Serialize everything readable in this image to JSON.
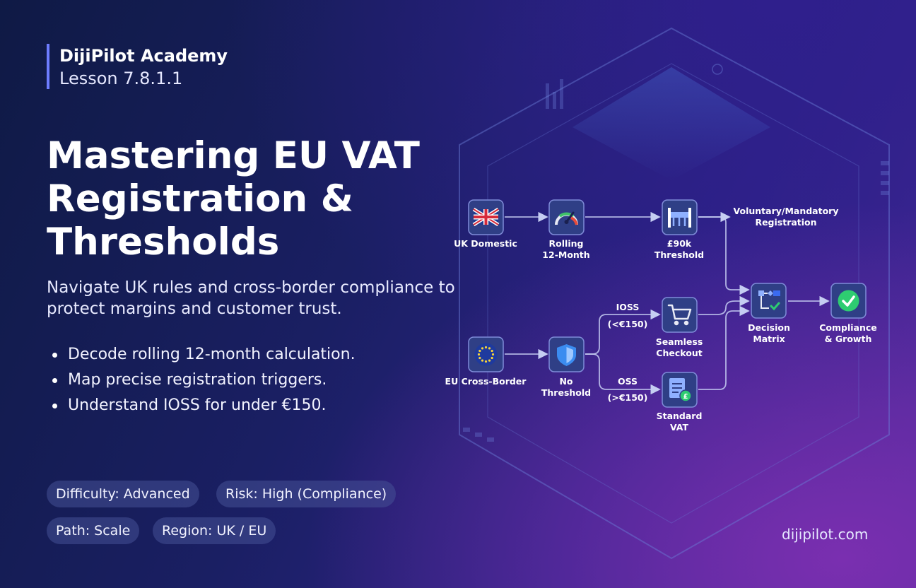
{
  "brand": {
    "name": "DijiPilot Academy",
    "lesson": "Lesson 7.8.1.1"
  },
  "title": "Mastering EU VAT Registration & Thresholds",
  "subtitle": "Navigate UK rules and cross-border compliance to protect margins and customer trust.",
  "bullets": [
    "Decode rolling 12-month calculation.",
    "Map precise registration triggers.",
    "Understand IOSS for under €150."
  ],
  "tags": [
    "Difficulty: Advanced",
    "Risk: High (Compliance)",
    "Path: Scale",
    "Region: UK / EU"
  ],
  "website": "dijipilot.com",
  "diagram": {
    "nodes": {
      "uk_domestic": {
        "label": [
          "UK Domestic"
        ],
        "icon": "uk-flag-icon"
      },
      "rolling": {
        "label": [
          "Rolling",
          "12-Month"
        ],
        "icon": "gauge-icon"
      },
      "threshold_90k": {
        "label": [
          "£90k",
          "Threshold"
        ],
        "icon": "threshold-barrier-icon"
      },
      "voluntary": {
        "label": [
          "Voluntary/Mandatory",
          "Registration"
        ]
      },
      "eu_cross_border": {
        "label": [
          "EU Cross-Border"
        ],
        "icon": "eu-flag-icon"
      },
      "no_threshold": {
        "label": [
          "No",
          "Threshold"
        ],
        "icon": "shield-icon"
      },
      "seamless_checkout": {
        "label": [
          "Seamless",
          "Checkout"
        ],
        "icon": "cart-icon"
      },
      "standard_vat": {
        "label": [
          "Standard",
          "VAT"
        ],
        "icon": "invoice-icon"
      },
      "decision_matrix": {
        "label": [
          "Decision",
          "Matrix"
        ],
        "icon": "flowchart-icon"
      },
      "compliance_growth": {
        "label": [
          "Compliance",
          "& Growth"
        ],
        "icon": "check-circle-icon"
      }
    },
    "edge_labels": {
      "ioss": [
        "IOSS",
        "(<€150)"
      ],
      "oss": [
        "OSS",
        "(>€150)"
      ]
    },
    "colors": {
      "node_fill": "#2f3f86",
      "node_border": "#7f8cd8",
      "connector": "#c5cdf2",
      "check": "#2ecc71",
      "shield": "#3b8cf0"
    }
  }
}
